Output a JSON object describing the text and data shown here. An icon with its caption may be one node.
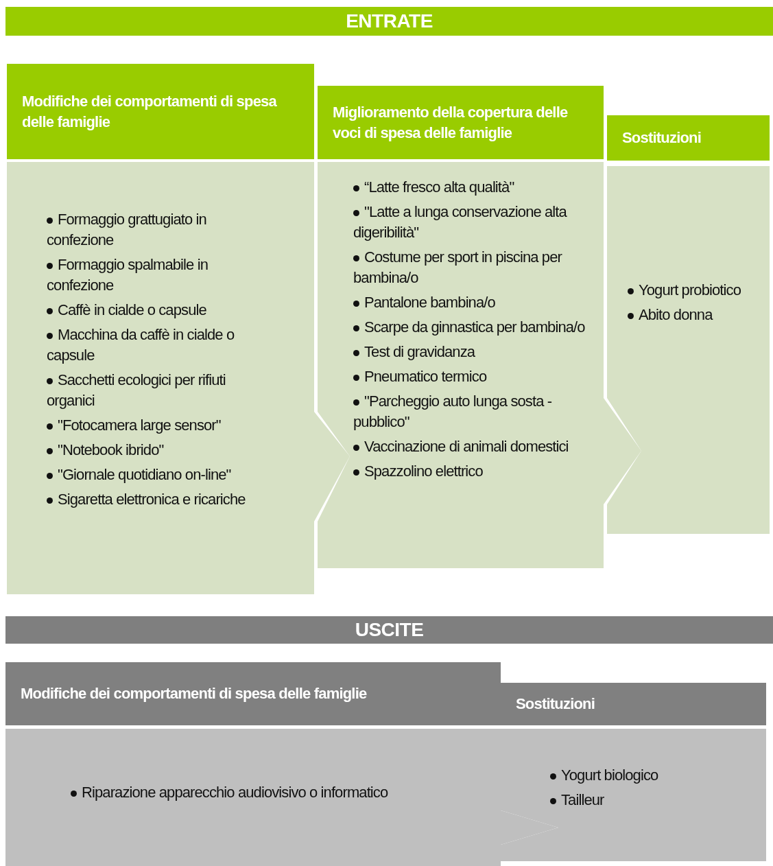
{
  "diagram": {
    "nodes": [
      {
        "text": [
          "ENTRATE"
        ]
      },
      {
        "text": [
          "Modifiche dei comportamenti di spesa delle famiglie",
          "Formaggio grattugiato in confezione",
          "Formaggio spalmabile in confezione",
          "Caffè in cialde o capsule",
          "Macchina da caffè in cialde o capsule",
          "Sacchetti ecologici per rifiuti organici",
          "\"Fotocamera large sensor\"",
          "\"Notebook ibrido\"",
          "\"Giornale quotidiano on-line\"",
          "Sigaretta elettronica e ricariche"
        ]
      },
      {
        "text": [
          "Miglioramento della copertura delle voci di spesa delle famiglie",
          "“Latte fresco alta qualità\"",
          "\"Latte a lunga conservazione alta digeribilità\"",
          "Costume per sport in piscina per bambina/o",
          "Pantalone bambina/o",
          "Scarpe da ginnastica per bambina/o",
          "Test di gravidanza",
          "Pneumatico termico",
          "\"Parcheggio auto lunga sosta - pubblico\"",
          "Vaccinazione di animali domestici",
          "Spazzolino elettrico"
        ]
      },
      {
        "text": [
          "Sostituzioni",
          "Yogurt probiotico",
          "Abito donna"
        ]
      },
      {
        "text": [
          "USCITE"
        ]
      },
      {
        "text": [
          "Modifiche dei comportamenti di spesa delle famiglie",
          "Riparazione apparecchio audiovisivo o informatico"
        ]
      },
      {
        "text": [
          "Sostituzioni",
          "Yogurt biologico",
          "Tailleur"
        ]
      }
    ]
  }
}
